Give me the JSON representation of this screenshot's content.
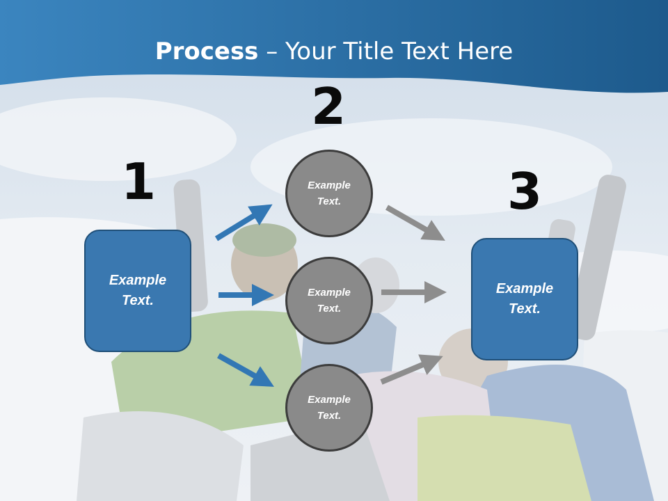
{
  "title": {
    "bold": "Process",
    "rest": " – Your Title Text Here"
  },
  "steps": {
    "one": "1",
    "two": "2",
    "three": "3"
  },
  "start_box": {
    "text": "Example\nText."
  },
  "end_box": {
    "text": "Example\nText."
  },
  "circles": [
    {
      "text": "Example\nText."
    },
    {
      "text": "Example\nText."
    },
    {
      "text": "Example\nText."
    }
  ],
  "colors": {
    "header": "#2c6fa3",
    "box": "#3a78b0",
    "circle": "#8a8a8a",
    "arrow_blue": "#3277b4",
    "arrow_gray": "#8d8d8d"
  },
  "background": "ski-group-photo"
}
